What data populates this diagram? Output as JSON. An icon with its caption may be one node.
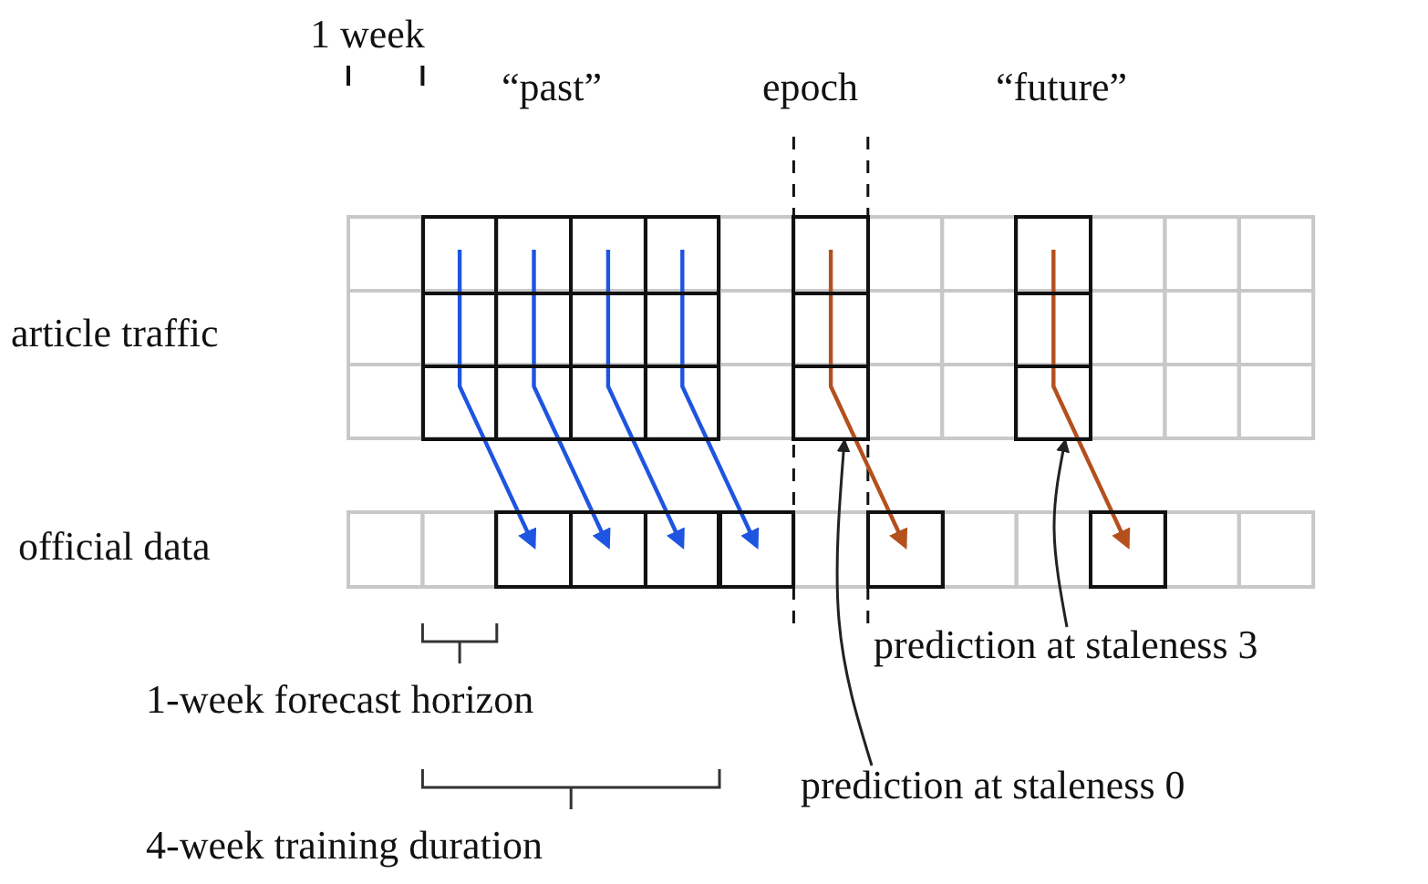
{
  "diagram": {
    "nodes": [
      {
        "text": [],
        "shape": "box"
      },
      {
        "text": [],
        "shape": "box"
      },
      {
        "text": [],
        "shape": "box"
      },
      {
        "text": [],
        "shape": "box"
      },
      {
        "text": [],
        "shape": "box"
      },
      {
        "text": [],
        "shape": "box"
      },
      {
        "text": [],
        "shape": "box"
      },
      {
        "text": [],
        "shape": "box"
      },
      {
        "text": [],
        "shape": "box"
      },
      {
        "text": [],
        "shape": "box"
      },
      {
        "text": [],
        "shape": "box"
      },
      {
        "text": [],
        "shape": "box"
      },
      {
        "text": [
          "prediction at staleness 3"
        ]
      },
      {
        "text": [
          "prediction at staleness 0"
        ]
      }
    ],
    "edges": [
      {
        "from": 0,
        "to": 6,
        "arrow": "to"
      },
      {
        "from": 1,
        "to": 7,
        "arrow": "to"
      },
      {
        "from": 2,
        "to": 8,
        "arrow": "to"
      },
      {
        "from": 3,
        "to": 9,
        "arrow": "to"
      },
      {
        "from": 4,
        "to": 10,
        "arrow": "to",
        "color": "#b4501e"
      },
      {
        "from": 5,
        "to": 11,
        "arrow": "to",
        "color": "#b4501e"
      },
      {
        "from": 12,
        "to": 5,
        "arrow": "to",
        "color": "#222222"
      },
      {
        "from": 13,
        "to": 4,
        "arrow": "to",
        "color": "#222222"
      }
    ],
    "labels": [
      "1 week",
      "“past”",
      "epoch",
      "“future”",
      "article traffic",
      "official data",
      "1-week forecast horizon",
      "4-week training duration"
    ]
  }
}
